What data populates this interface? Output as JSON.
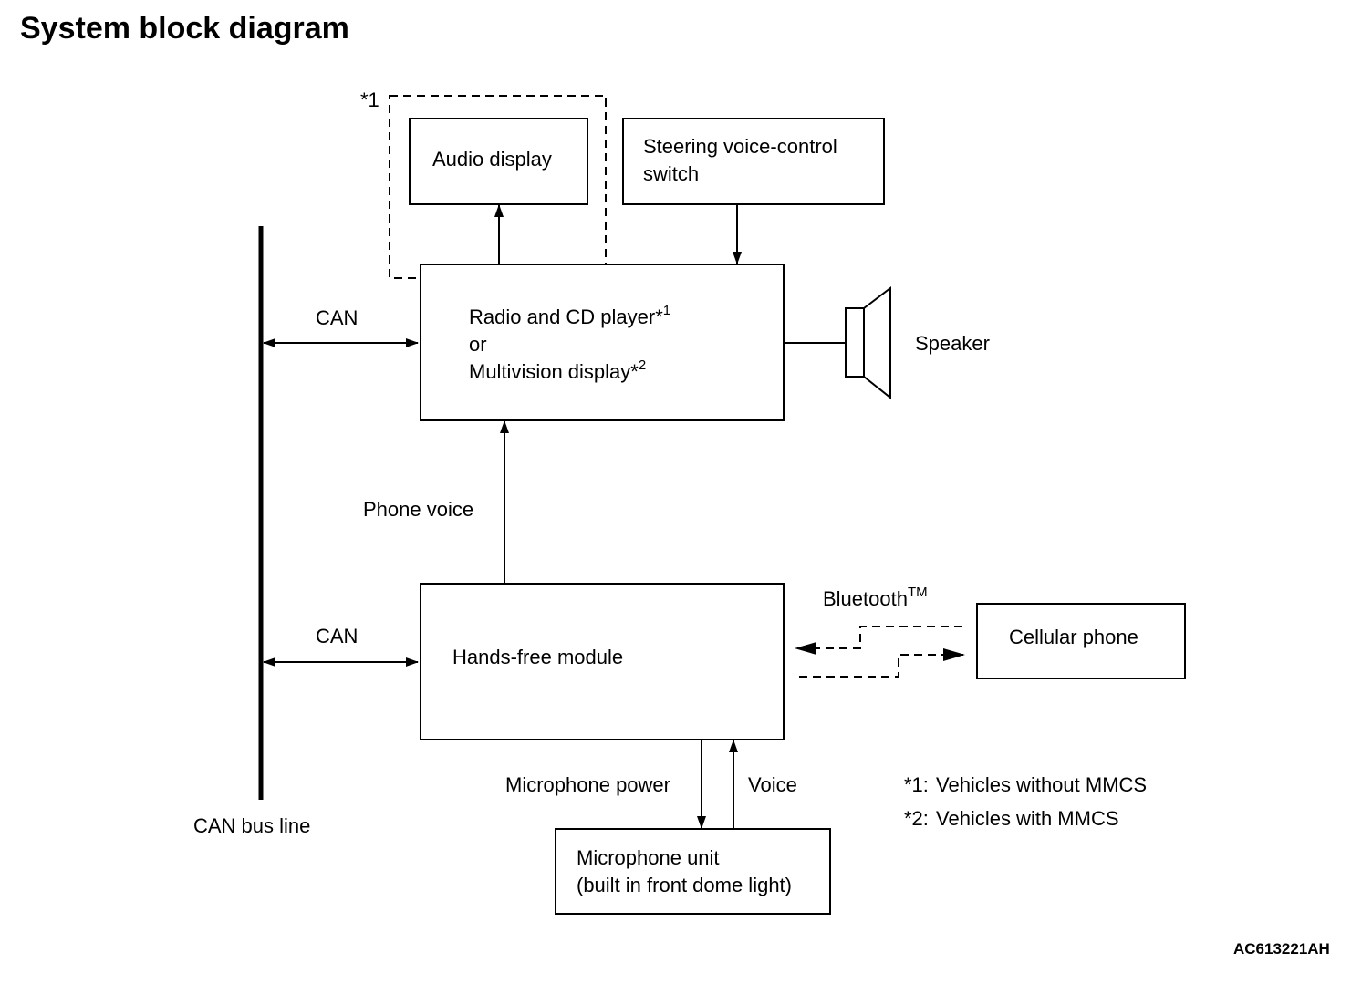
{
  "title": "System block diagram",
  "figure_code": "AC613221AH",
  "nodes": {
    "audio_display": {
      "label": "Audio display",
      "group_marker": "*1"
    },
    "steering_switch": {
      "line1": "Steering voice-control",
      "line2": "switch"
    },
    "radio": {
      "line1": "Radio and CD player*",
      "line1_sup": "1",
      "line2": "or",
      "line3": "Multivision display*",
      "line3_sup": "2"
    },
    "speaker": {
      "label": "Speaker"
    },
    "handsfree": {
      "label": "Hands-free module"
    },
    "cellular": {
      "label": "Cellular phone"
    },
    "microphone": {
      "line1": "Microphone unit",
      "line2": "(built in front dome light)"
    },
    "can_bus": {
      "label": "CAN bus line"
    }
  },
  "edges": {
    "can_radio": "CAN",
    "can_handsfree": "CAN",
    "phone_voice": "Phone voice",
    "bluetooth": "Bluetooth",
    "bluetooth_sup": "TM",
    "mic_power": "Microphone power",
    "voice": "Voice"
  },
  "notes": [
    {
      "mark": "*1:",
      "text": "Vehicles without MMCS"
    },
    {
      "mark": "*2:",
      "text": "Vehicles with MMCS"
    }
  ]
}
